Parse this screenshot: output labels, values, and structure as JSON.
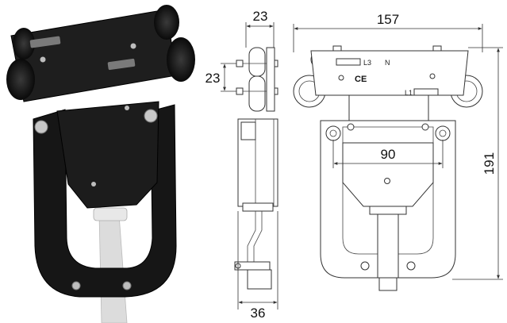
{
  "dimensions": {
    "side_top_width": "23",
    "side_wheel_offset": "23",
    "side_bottom_width": "36",
    "front_width": "157",
    "front_height": "191",
    "front_bracket_span": "90"
  },
  "labels": {
    "l3": "L3",
    "n": "N",
    "ce": "CE",
    "l1": "L1"
  },
  "colors": {
    "body_black": "#141414",
    "cable_grey": "#d8d8d8",
    "line": "#333333"
  }
}
